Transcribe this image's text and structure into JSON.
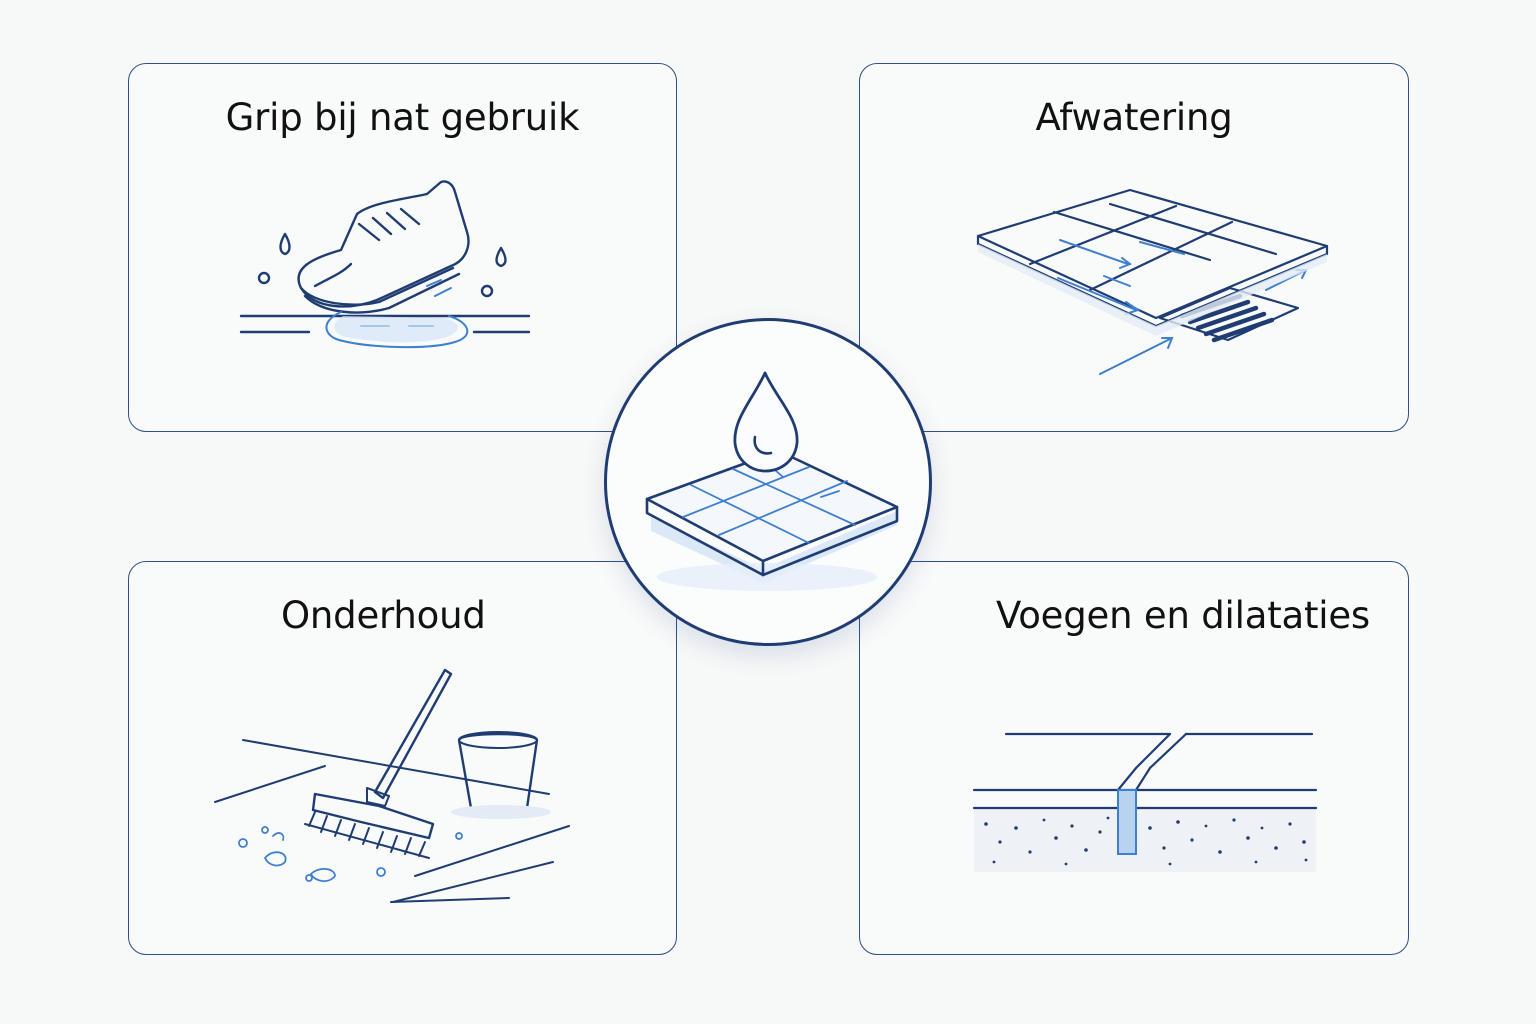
{
  "colors": {
    "stroke": "#1f3d73",
    "accent": "#3f7fd0",
    "accent_light": "#cfe1f6",
    "background": "#f7f8f8"
  },
  "hub": {
    "icon": "water-drop-on-tile-icon"
  },
  "panels": {
    "grip": {
      "title": "Grip bij nat gebruik",
      "icon": "wet-shoe-icon"
    },
    "drainage": {
      "title": "Afwatering",
      "icon": "floor-drain-icon"
    },
    "maintenance": {
      "title": "Onderhoud",
      "icon": "broom-bucket-icon"
    },
    "joints": {
      "title": "Voegen en dilataties",
      "icon": "expansion-joint-icon"
    }
  }
}
